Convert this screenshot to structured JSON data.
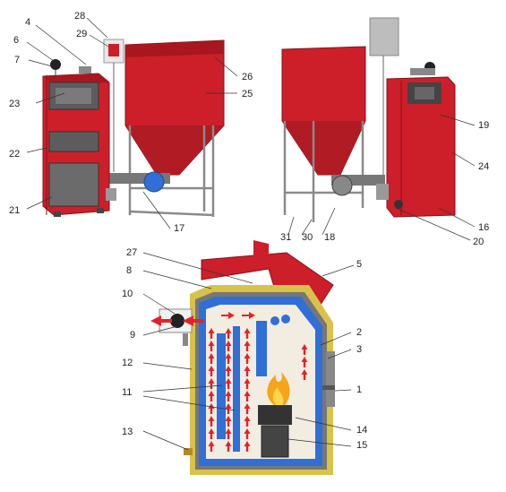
{
  "callouts": [
    {
      "id": "c1",
      "text": "1"
    },
    {
      "id": "c2",
      "text": "2"
    },
    {
      "id": "c3",
      "text": "3"
    },
    {
      "id": "c4",
      "text": "4"
    },
    {
      "id": "c5",
      "text": "5"
    },
    {
      "id": "c6",
      "text": "6"
    },
    {
      "id": "c7",
      "text": "7"
    },
    {
      "id": "c8",
      "text": "8"
    },
    {
      "id": "c9",
      "text": "9"
    },
    {
      "id": "c10",
      "text": "10"
    },
    {
      "id": "c11",
      "text": "11"
    },
    {
      "id": "c12",
      "text": "12"
    },
    {
      "id": "c13",
      "text": "13"
    },
    {
      "id": "c14",
      "text": "14"
    },
    {
      "id": "c15",
      "text": "15"
    },
    {
      "id": "c16",
      "text": "16"
    },
    {
      "id": "c17",
      "text": "17"
    },
    {
      "id": "c18",
      "text": "18"
    },
    {
      "id": "c19",
      "text": "19"
    },
    {
      "id": "c20",
      "text": "20"
    },
    {
      "id": "c21",
      "text": "21"
    },
    {
      "id": "c22",
      "text": "22"
    },
    {
      "id": "c23",
      "text": "23"
    },
    {
      "id": "c24",
      "text": "24"
    },
    {
      "id": "c25",
      "text": "25"
    },
    {
      "id": "c26",
      "text": "26"
    },
    {
      "id": "c27",
      "text": "27"
    },
    {
      "id": "c28",
      "text": "28"
    },
    {
      "id": "c29",
      "text": "29"
    },
    {
      "id": "c30",
      "text": "30"
    },
    {
      "id": "c31",
      "text": "31"
    }
  ],
  "colors": {
    "boiler_red": "#cc1f2a",
    "boiler_dark_red": "#9e1520",
    "steel_grey": "#6b6b6b",
    "water_jacket_blue": "#2f6fd6",
    "insulation_yellow": "#d9c24a",
    "flow_arrow_red": "#e3222a",
    "flame_orange": "#f5a51a",
    "frame_grey": "#8a8a8a"
  }
}
